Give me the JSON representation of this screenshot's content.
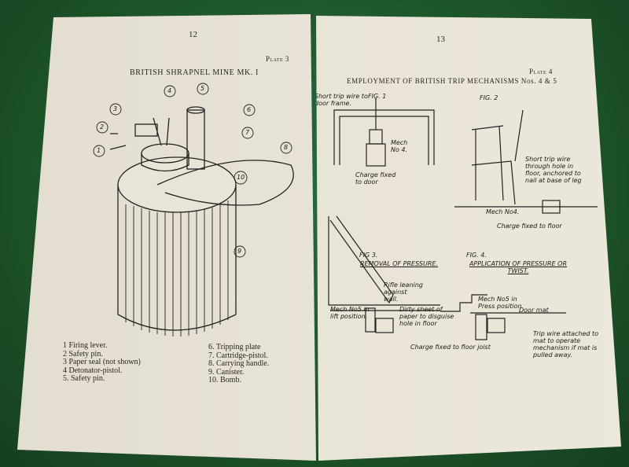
{
  "left_page": {
    "page_number": "12",
    "plate": "Plate 3",
    "title": "BRITISH SHRAPNEL MINE MK. I",
    "callouts": [
      "1",
      "2",
      "3",
      "4",
      "5",
      "6",
      "7",
      "8",
      "9",
      "10"
    ],
    "legend": [
      "1  Firing lever.",
      "2  Safety pin.",
      "3  Paper seal (not shown)",
      "4  Detonator-pistol.",
      "5. Safety pin.",
      "6. Tripping plate",
      "7. Cartridge-pistol.",
      "8. Carrying handle.",
      "9. Canister.",
      "10. Bomb."
    ]
  },
  "right_page": {
    "page_number": "13",
    "plate": "Plate 4",
    "title": "EMPLOYMENT OF BRITISH TRIP MECHANISMS Nos. 4 & 5",
    "fig1": {
      "label": "FIG. 1",
      "notes": [
        "Short trip wire to door frame.",
        "Mech No 4.",
        "Charge fixed to door"
      ]
    },
    "fig2": {
      "label": "FIG. 2",
      "notes": [
        "Short trip wire through hole in floor, anchored to nail at base of leg",
        "Mech No4.",
        "Charge fixed to floor"
      ]
    },
    "fig3": {
      "label": "FIG 3.",
      "caption": "REMOVAL OF PRESSURE.",
      "notes": [
        "Rifle leaning against wall.",
        "Mech No5 in lift position.",
        "Dirty sheet of paper to disguise hole in floor",
        "Charge fixed to floor joist"
      ]
    },
    "fig4": {
      "label": "FIG. 4.",
      "caption": "APPLICATION OF PRESSURE OR TWIST.",
      "notes": [
        "Mech No5 in Press position",
        "Door mat",
        "Trip wire attached to mat to operate mechanism if mat is pulled away."
      ]
    }
  }
}
